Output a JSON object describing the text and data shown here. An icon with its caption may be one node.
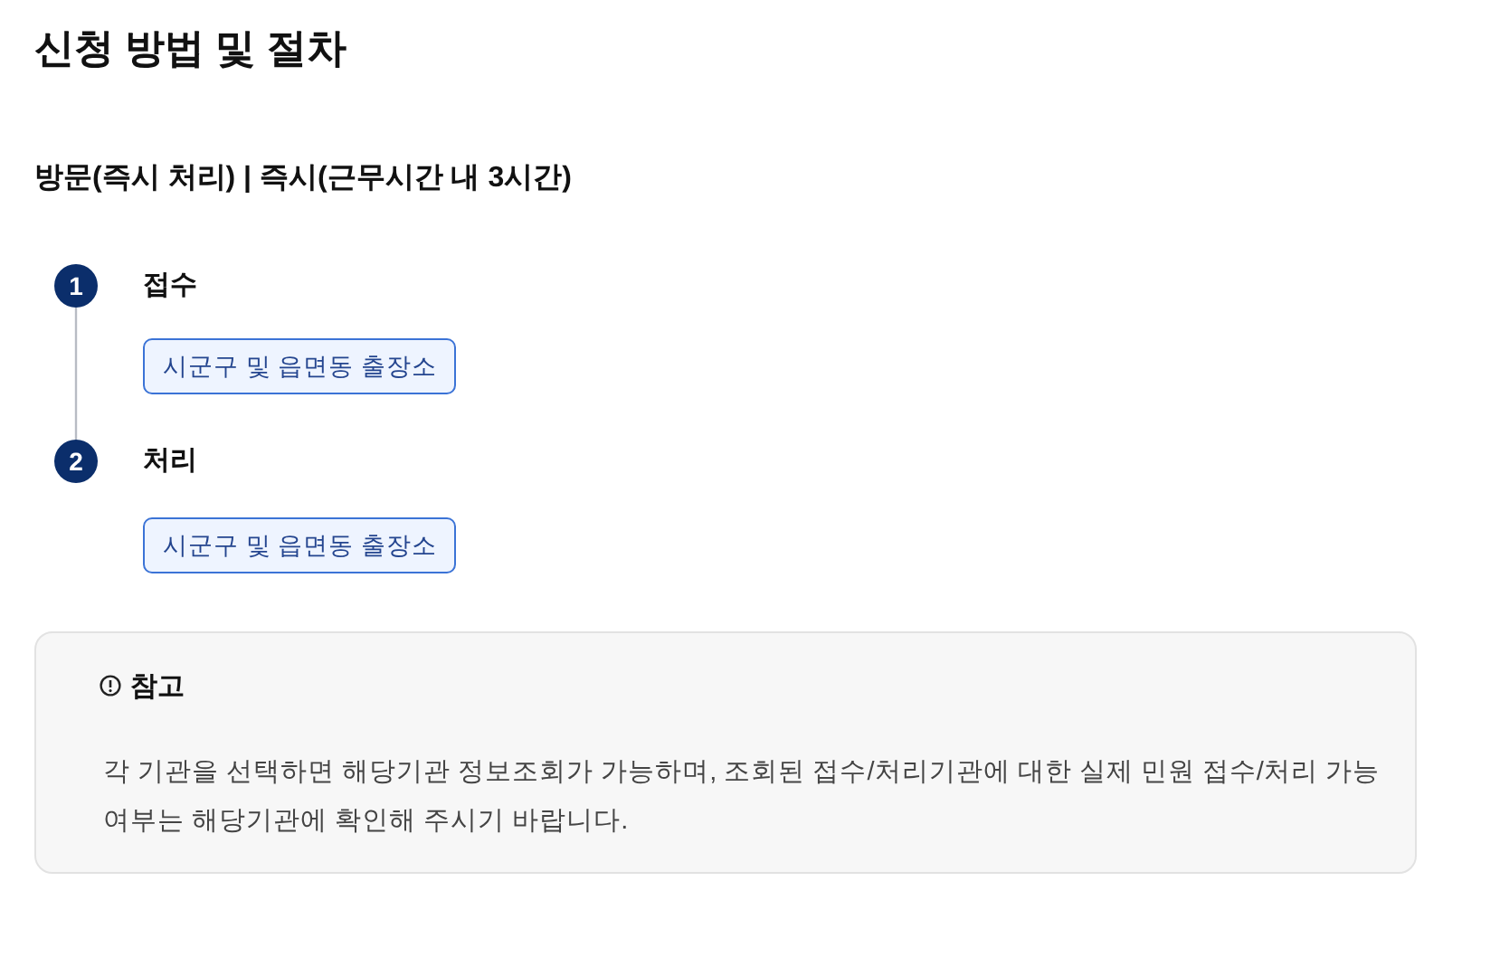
{
  "diagram": {
    "title": "신청 방법 및 절차",
    "nodes": [
      {
        "text": [
          "1"
        ],
        "beside": [
          "접수"
        ]
      },
      {
        "text": [
          "시군구 및 읍면동 출장소"
        ]
      },
      {
        "text": [
          "2"
        ],
        "beside": [
          "처리"
        ]
      },
      {
        "text": [
          "시군구 및 읍면동 출장소"
        ]
      },
      {
        "text": [
          "참고",
          "각 기관을 선택하면 해당기관 정보조회가 가능하며, 조회된 접수/처리기관에 대한 실제 민원 접수/처리 가능 여부는 해당기관에 확인해 주시기 바랍니다."
        ]
      }
    ],
    "edges": [
      {
        "from": 0,
        "to": 2,
        "arrow": "none",
        "color": "#b8bcc4"
      }
    ],
    "labels": [
      "방문(즉시 처리) | 즉시(근무시간 내 3시간)"
    ]
  }
}
